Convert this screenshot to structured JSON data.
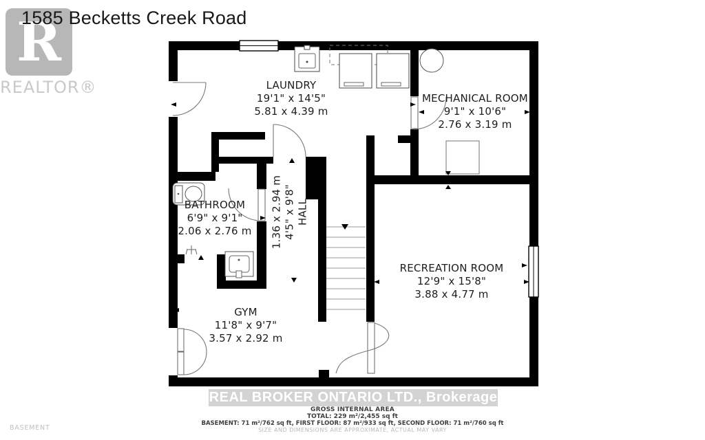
{
  "title": "1585 Becketts Creek Road",
  "watermark": {
    "logo_letter": "R",
    "logo_label": "REALTOR®"
  },
  "floor_label": "BASEMENT",
  "rooms": [
    {
      "id": "laundry",
      "name": "LAUNDRY",
      "imperial": "19'1\" x 14'5\"",
      "metric": "5.81 x 4.39 m"
    },
    {
      "id": "mechanical",
      "name": "MECHANICAL ROOM",
      "imperial": "9'1\" x 10'6\"",
      "metric": "2.76 x 3.19 m"
    },
    {
      "id": "bathroom",
      "name": "BATHROOM",
      "imperial": "6'9\" x 9'1\"",
      "metric": "2.06 x 2.76 m"
    },
    {
      "id": "hall",
      "name": "HALL",
      "imperial": "4'5\" x 9'8\"",
      "metric": "1.36 x 2.94 m"
    },
    {
      "id": "recreation",
      "name": "RECREATION ROOM",
      "imperial": "12'9\" x 15'8\"",
      "metric": "3.88 x 4.77 m"
    },
    {
      "id": "gym",
      "name": "GYM",
      "imperial": "11'8\" x 9'7\"",
      "metric": "3.57 x 2.92 m"
    }
  ],
  "footer": {
    "brokerage": "REAL BROKER ONTARIO LTD., Brokerage",
    "area_heading": "GROSS INTERNAL AREA",
    "area_total": "TOTAL: 229 m²/2,455 sq ft",
    "area_breakdown": "BASEMENT: 71 m²/762 sq ft, FIRST FLOOR: 87 m²/933 sq ft, SECOND FLOOR: 71 m²/760 sq ft",
    "disclaimer": "SIZE AND DIMENSIONS ARE APPROXIMATE, ACTUAL MAY VARY"
  },
  "colors": {
    "wall": "#000000",
    "watermark_gray": "#c9c9c9",
    "label_text": "#1d1d1d"
  }
}
